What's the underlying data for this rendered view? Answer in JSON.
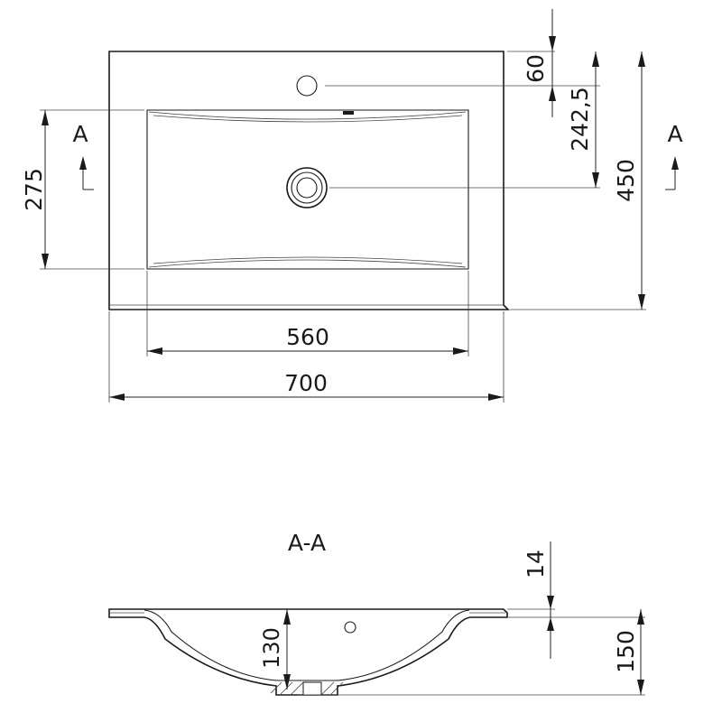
{
  "plan_view": {
    "width_overall": "700",
    "width_bowl": "560",
    "depth_overall": "450",
    "depth_bowl": "275",
    "tap_hole_offset": "60",
    "drain_offset": "242,5",
    "section_mark_left": "A",
    "section_mark_right": "A"
  },
  "section_view": {
    "title": "A-A",
    "rim_thickness": "14",
    "total_height": "150",
    "bowl_depth": "130"
  }
}
